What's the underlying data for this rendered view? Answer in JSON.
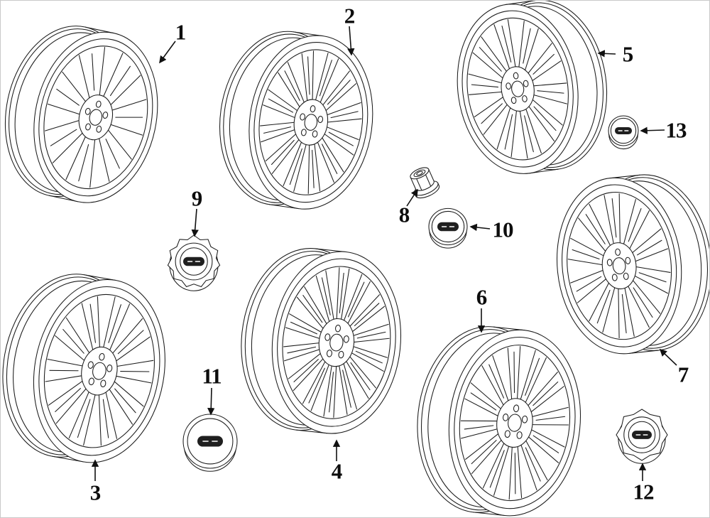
{
  "parts": [
    {
      "num": "1",
      "kind": "aluminum-wheel"
    },
    {
      "num": "2",
      "kind": "aluminum-wheel"
    },
    {
      "num": "3",
      "kind": "aluminum-wheel"
    },
    {
      "num": "4",
      "kind": "aluminum-wheel"
    },
    {
      "num": "5",
      "kind": "aluminum-wheel"
    },
    {
      "num": "6",
      "kind": "aluminum-wheel"
    },
    {
      "num": "7",
      "kind": "aluminum-wheel"
    },
    {
      "num": "8",
      "kind": "wheel-lug-nut"
    },
    {
      "num": "9",
      "kind": "center-cap"
    },
    {
      "num": "10",
      "kind": "center-cap"
    },
    {
      "num": "11",
      "kind": "center-cap"
    },
    {
      "num": "12",
      "kind": "center-cap"
    },
    {
      "num": "13",
      "kind": "center-cap"
    }
  ],
  "colors": {
    "line": "#1b1b1b",
    "logo_band": "#1f1f1f",
    "background": "#ffffff"
  }
}
